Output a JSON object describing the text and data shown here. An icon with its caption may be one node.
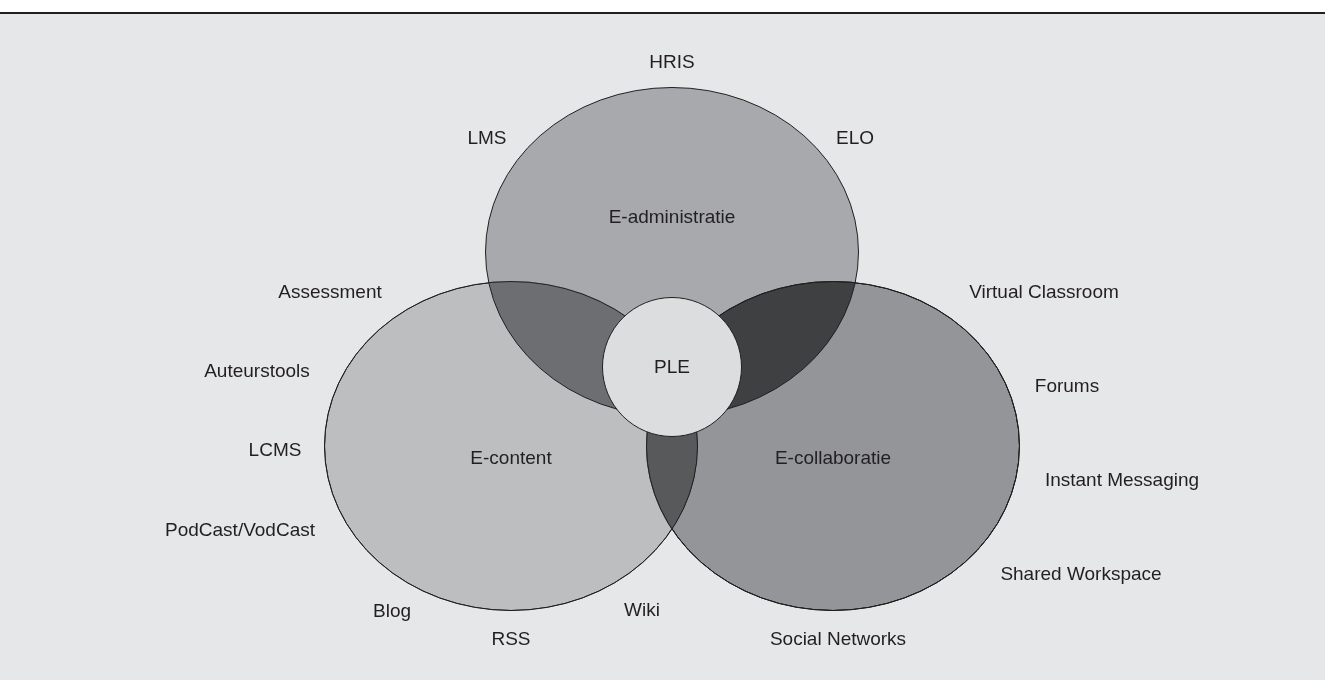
{
  "diagram": {
    "nodes": [
      {
        "text": [
          "E-administratie"
        ]
      },
      {
        "text": [
          "E-content"
        ]
      },
      {
        "text": [
          "E-collaboratie"
        ]
      },
      {
        "text": [
          "PLE"
        ]
      }
    ],
    "labels": [
      "HRIS",
      "LMS",
      "ELO",
      "Assessment",
      "Virtual Classroom",
      "Auteurstools",
      "Forums",
      "LCMS",
      "Instant Messaging",
      "PodCast/VodCast",
      "Shared Workspace",
      "Blog",
      "Wiki",
      "RSS",
      "Social Networks"
    ]
  }
}
